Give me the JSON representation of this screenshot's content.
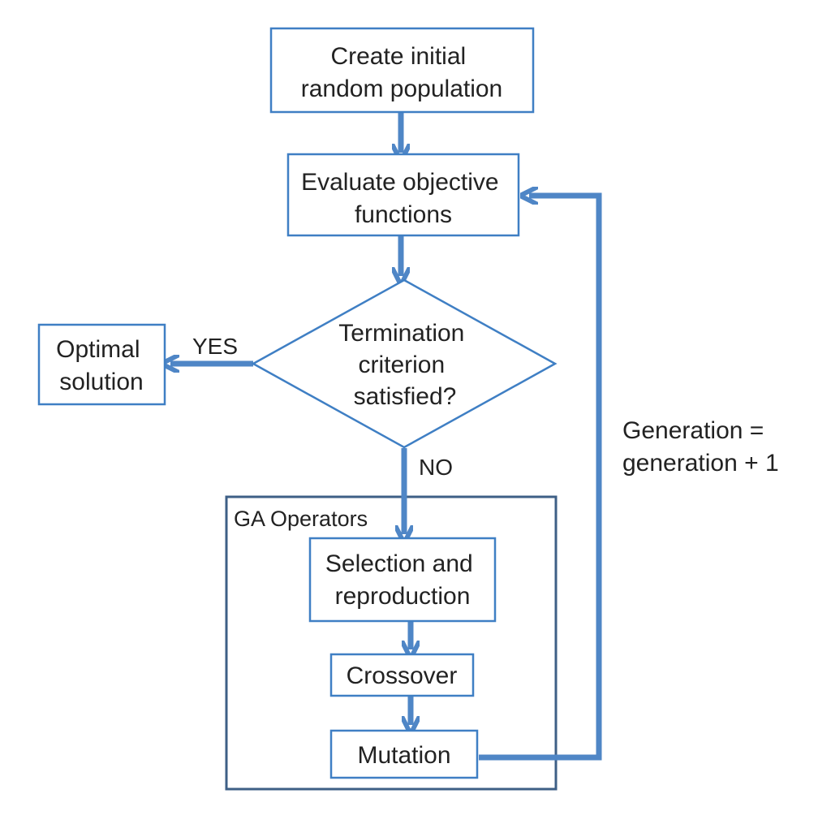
{
  "colors": {
    "node_stroke": "#3f7fc4",
    "group_stroke": "#3e5f86",
    "arrow": "#4f86c6",
    "text": "#222222",
    "background": "#ffffff"
  },
  "nodes": {
    "create": {
      "line1": "Create initial",
      "line2": "random population"
    },
    "evaluate": {
      "line1": "Evaluate objective",
      "line2": "functions"
    },
    "decision": {
      "line1": "Termination",
      "line2": "criterion",
      "line3": "satisfied?"
    },
    "optimal": {
      "line1": "Optimal",
      "line2": "solution"
    },
    "selection": {
      "line1": "Selection and",
      "line2": "reproduction"
    },
    "crossover": {
      "label": "Crossover"
    },
    "mutation": {
      "label": "Mutation"
    }
  },
  "group": {
    "label": "GA Operators"
  },
  "edges": {
    "yes": "YES",
    "no": "NO",
    "loop_line1": "Generation =",
    "loop_line2": "generation + 1"
  }
}
